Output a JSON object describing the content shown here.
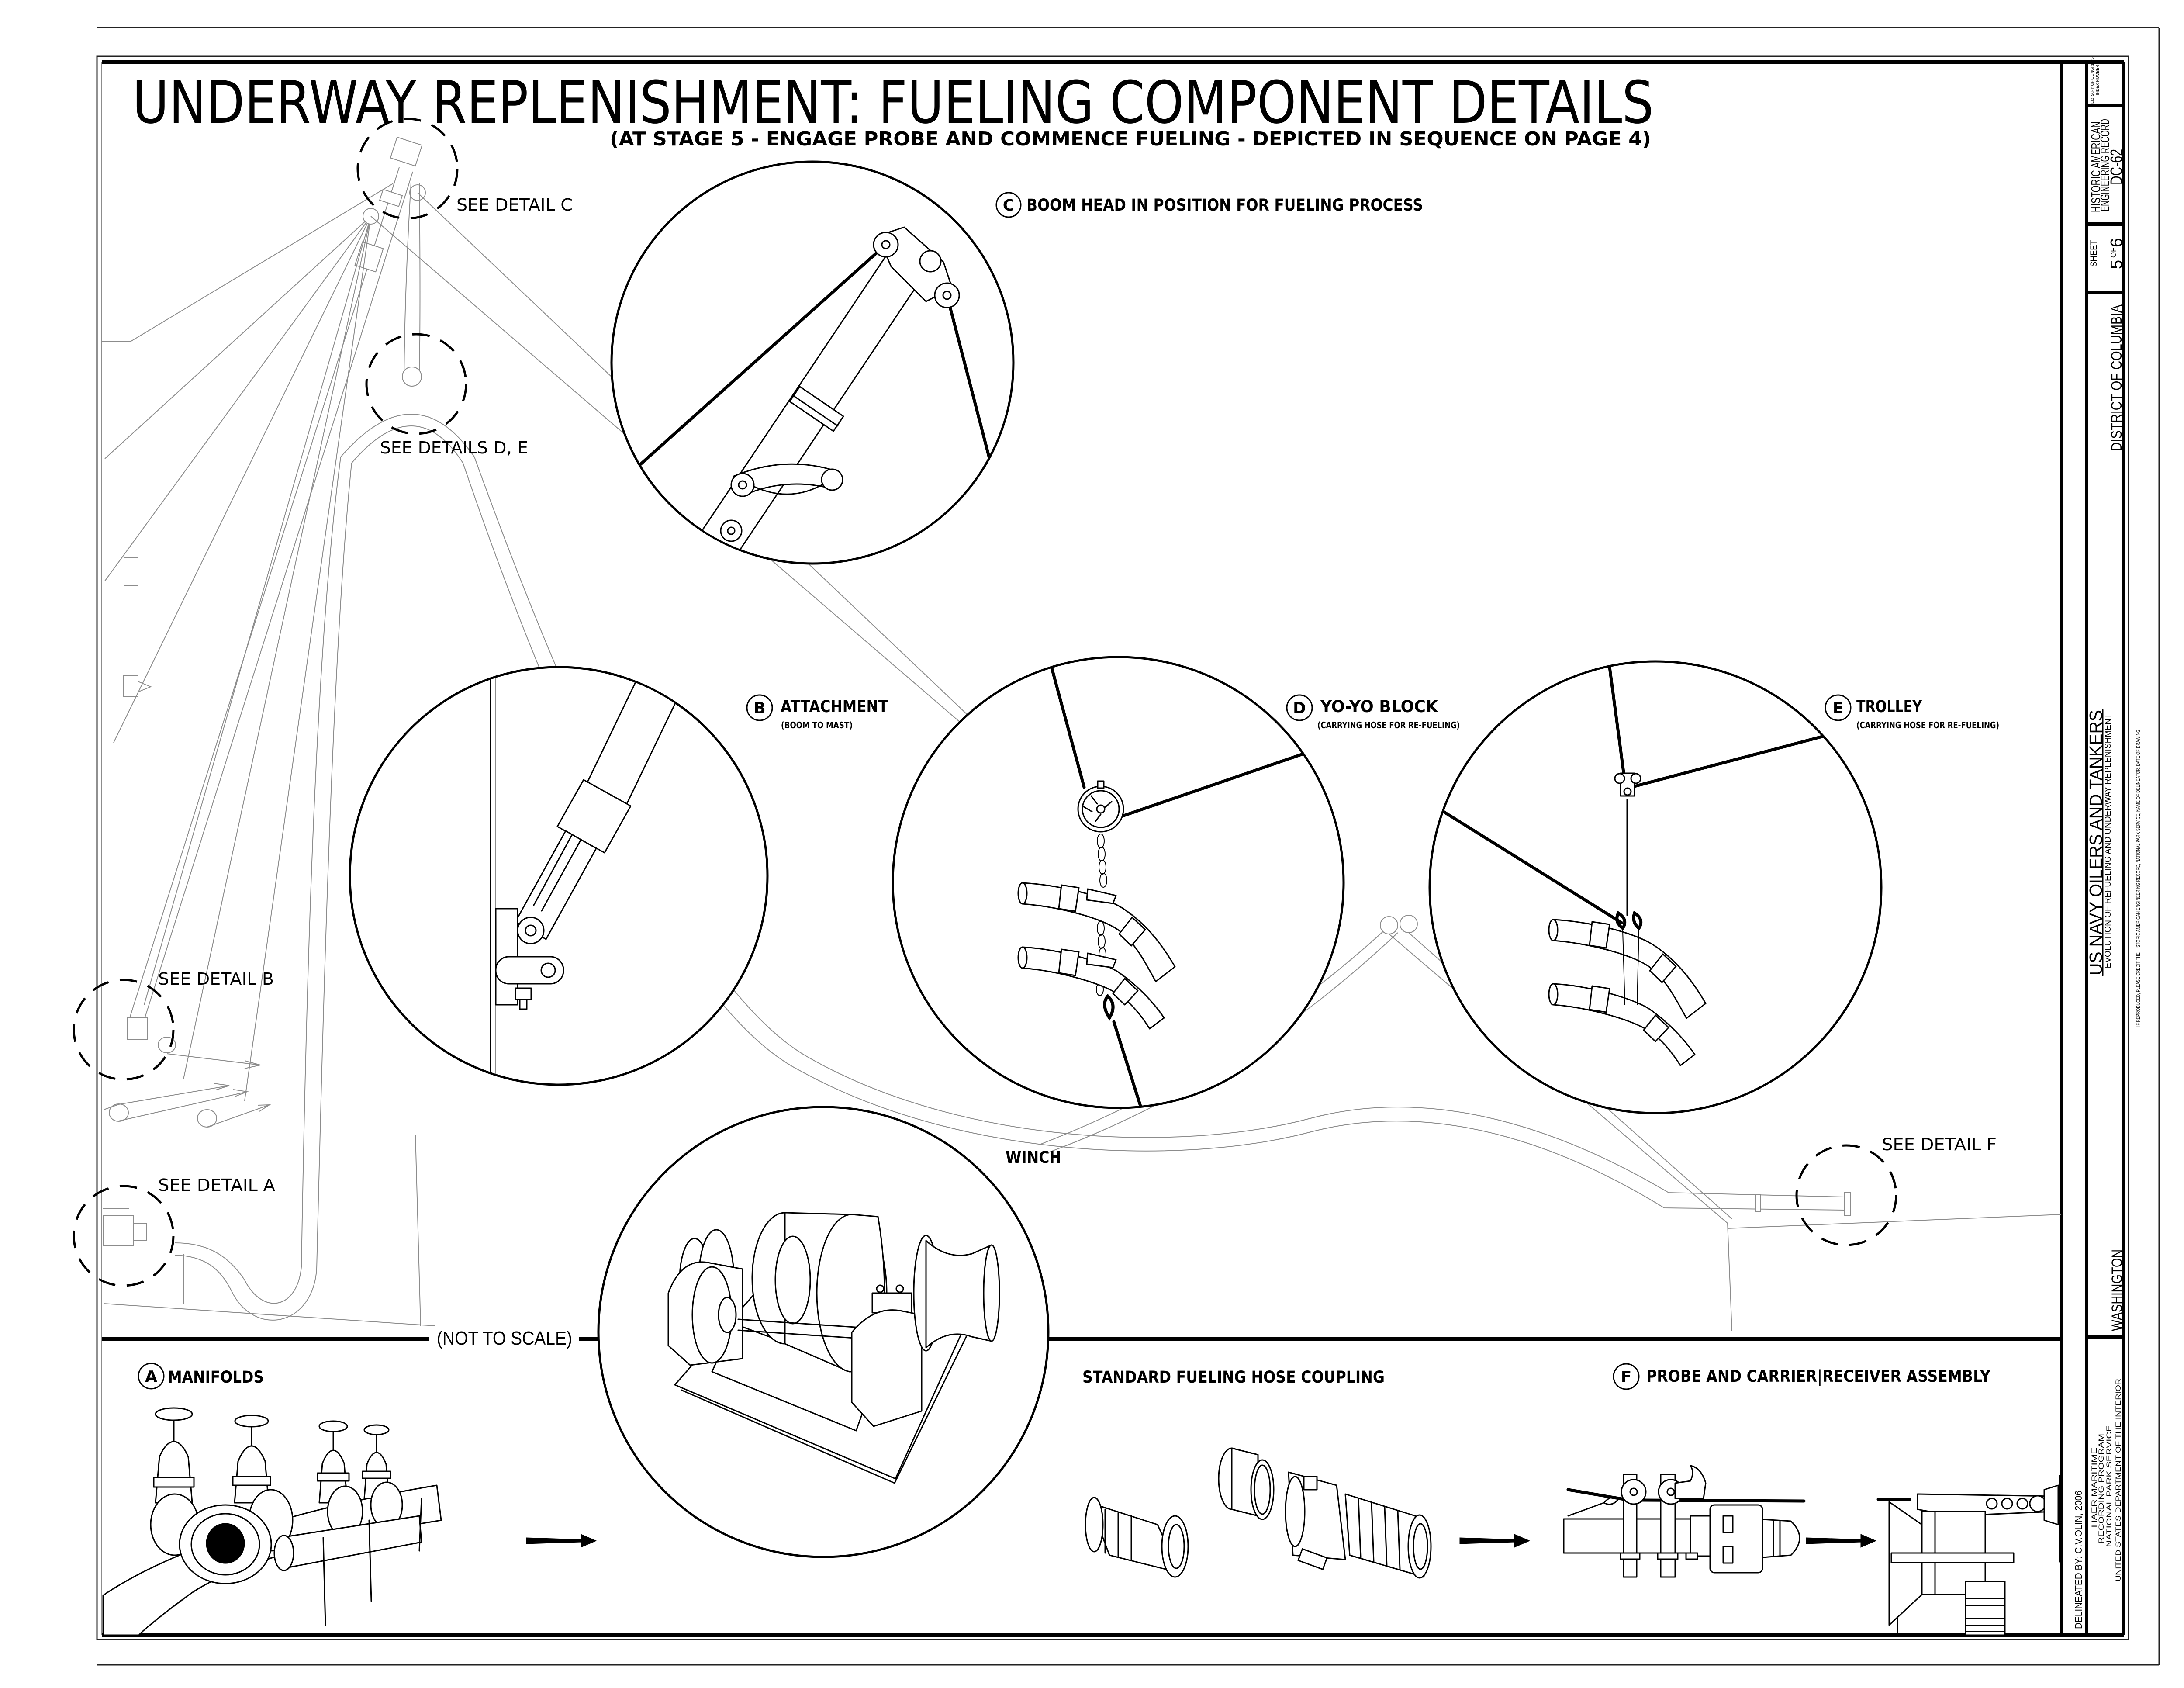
{
  "sheet": {
    "title": "UNDERWAY REPLENISHMENT: FUELING COMPONENT DETAILS",
    "subtitle": "(AT STAGE 5 - ENGAGE PROBE AND COMMENCE FUELING - DEPICTED IN SEQUENCE ON PAGE 4)",
    "scale_note": "(NOT TO SCALE)"
  },
  "callouts": {
    "detail_c": "SEE DETAIL C",
    "details_d_e": "SEE DETAILS D, E",
    "detail_b": "SEE DETAIL B",
    "detail_a": "SEE DETAIL A",
    "detail_f": "SEE DETAIL F"
  },
  "details": {
    "c": {
      "letter": "C",
      "title": "BOOM HEAD IN POSITION FOR FUELING PROCESS"
    },
    "b": {
      "letter": "B",
      "title": "ATTACHMENT",
      "subtitle": "(BOOM TO MAST)"
    },
    "d": {
      "letter": "D",
      "title": "YO-YO BLOCK",
      "subtitle": "(CARRYING HOSE FOR RE-FUELING)"
    },
    "e": {
      "letter": "E",
      "title": "TROLLEY",
      "subtitle": "(CARRYING HOSE FOR RE-FUELING)"
    },
    "winch": {
      "title": "WINCH"
    },
    "a": {
      "letter": "A",
      "title": "MANIFOLDS"
    },
    "coupling": {
      "title": "STANDARD FUELING HOSE COUPLING"
    },
    "f": {
      "letter": "F",
      "title": "PROBE AND CARRIER|RECEIVER ASSEMBLY"
    }
  },
  "title_block": {
    "loc_line1": "LIBRARY OF CONGRESS",
    "loc_line2": "INDEX NUMBER",
    "haer_line1": "HISTORIC AMERICAN",
    "haer_line2": "ENGINEERING RECORD",
    "haer_number": "DC-62",
    "sheet_label": "SHEET",
    "sheet_number": "5",
    "sheet_of": "OF",
    "sheet_total": "6",
    "state": "DISTRICT OF COLUMBIA",
    "project_title": "US NAVY OILERS AND TANKERS",
    "project_subtitle": "EVOLUTION OF REFUELING AND UNDERWAY REPLENISHMENT",
    "credit": "IF REPRODUCED, PLEASE CREDIT THE HISTORIC AMERICAN ENGINEERING RECORD, NATIONAL PARK SERVICE, NAME OF DELINEATOR, DATE OF DRAWING",
    "city": "WASHINGTON",
    "agency_lines": [
      "HAER MARITIME",
      "RECORDING PROGRAM",
      "NATIONAL PARK SERVICE",
      "UNITED STATES DEPARTMENT OF THE INTERIOR"
    ],
    "delineator": "DELINEATED BY:  C.V.OLIN, 2006"
  },
  "colors": {
    "ink": "#000000",
    "background_linework": "#8c8c8c",
    "paper": "#ffffff"
  }
}
